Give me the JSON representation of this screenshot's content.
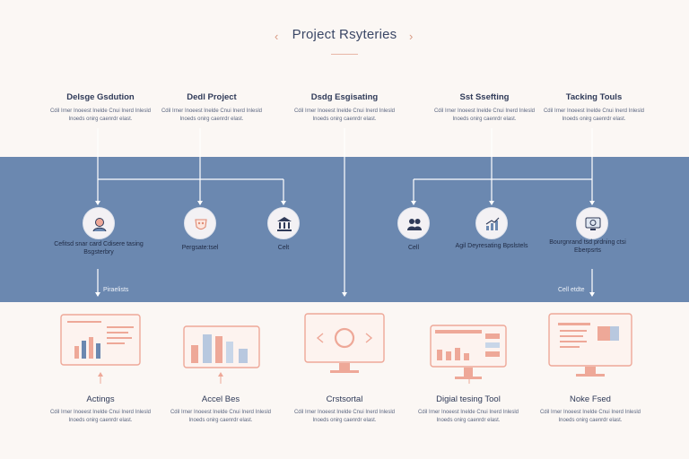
{
  "header": {
    "title": "Project Rsyteries",
    "prev_glyph": "‹",
    "next_glyph": "›"
  },
  "top_columns": [
    {
      "title": "Delsge Gsdution",
      "desc": "Cdil Irner Inoeest Inelde Cnui Inerd Inlesld Inoeds onirg caenrdr elast."
    },
    {
      "title": "Dedl Project",
      "desc": "Cdil Irner Inoeest Inelde Cnui Inerd Inlesld Inoeds onirg caenrdr elast."
    },
    {
      "title": "Dsdg Esgisating",
      "desc": "Cdil Irner Inoeest Inelde Cnui Inerd Inlesld Inoeds onirg caenrdr elast."
    },
    {
      "title": "Sst Ssefting",
      "desc": "Cdil Irner Inoeest Inelde Cnui Inerd Inlesld Inoeds onirg caenrdr elast."
    },
    {
      "title": "Tacking Touls",
      "desc": "Cdil Irner Inoeest Inelde Cnui Inerd Inlesld Inoeds onirg caenrdr elast."
    }
  ],
  "nodes": [
    {
      "icon": "person-icon",
      "label": "Cefitsd snar card Cdisere tasing Bsgsterbry"
    },
    {
      "icon": "mask-icon",
      "label": "Pergsate:tsel"
    },
    {
      "icon": "building-icon",
      "label": "Celt"
    },
    {
      "icon": "users-icon",
      "label": "Cell"
    },
    {
      "icon": "bar-chart-icon",
      "label": "Agil Deyresating Bpslstels"
    },
    {
      "icon": "monitor-icon",
      "label": "Bourgnrand tsd prdning ctsi Eberpsrts"
    }
  ],
  "band_notes": [
    "Piraelists",
    "Cell etdte"
  ],
  "bottom_items": [
    {
      "title": "Actings",
      "desc": "Cdil Irner Inoeest Inelde Cnui Inerd Inlesld Inoeds onirg caenrdr elast."
    },
    {
      "title": "Accel Bes",
      "desc": "Cdil Irner Inoeest Inelde Cnui Inerd Inlesld Inoeds onirg caenrdr elast."
    },
    {
      "title": "Crstsortal",
      "desc": "Cdil Irner Inoeest Inelde Cnui Inerd Inlesld Inoeds onirg caenrdr elast."
    },
    {
      "title": "Digial tesing Tool",
      "desc": "Cdil Irner Inoeest Inelde Cnui Inerd Inlesld Inoeds onirg caenrdr elast."
    },
    {
      "title": "Noke Fsed",
      "desc": "Cdil Irner Inoeest Inelde Cnui Inerd Inlesld Inoeds onirg caenrdr elast."
    }
  ],
  "colors": {
    "band": "#6b88b0",
    "accent": "#eea898",
    "line": "#ffffff",
    "text": "#2f3a58"
  }
}
